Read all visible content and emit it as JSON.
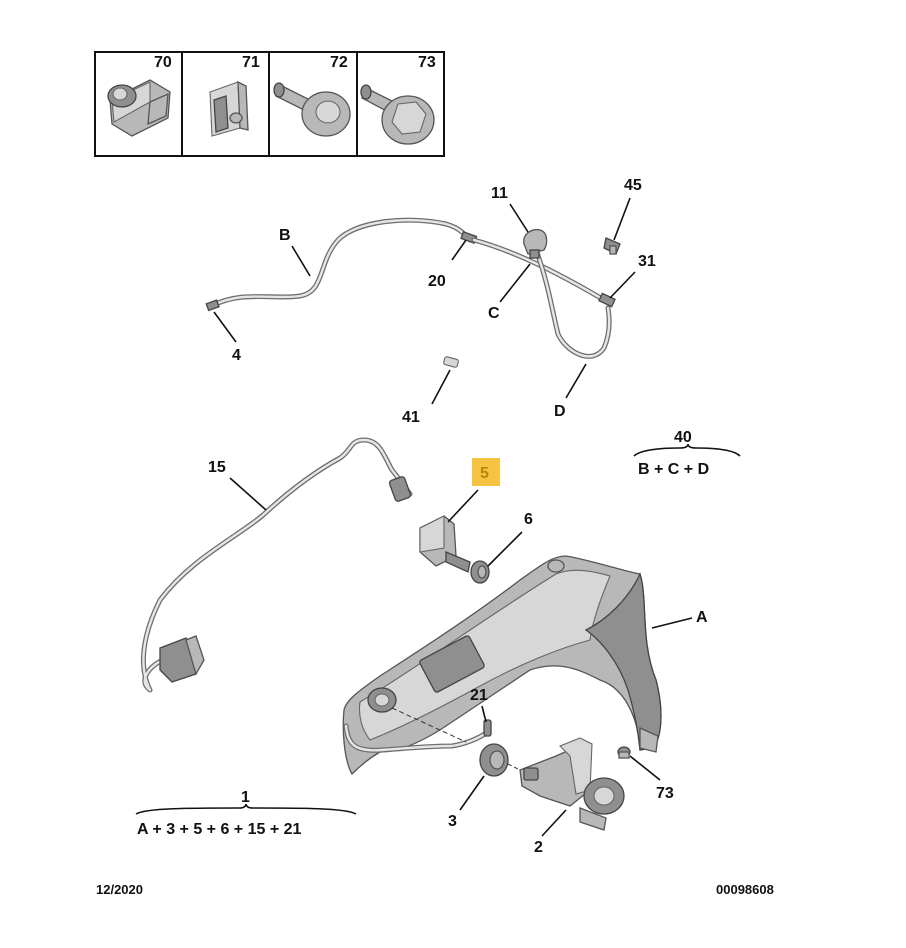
{
  "fastener_table": [
    {
      "ref": "70",
      "icon": "clip-nut-icon"
    },
    {
      "ref": "71",
      "icon": "bracket-clip-icon"
    },
    {
      "ref": "72",
      "icon": "push-rivet-icon"
    },
    {
      "ref": "73",
      "icon": "hex-bolt-icon"
    }
  ],
  "callouts": {
    "c11": "11",
    "c45": "45",
    "b": "B",
    "c31": "31",
    "c20": "20",
    "c": "C",
    "c4": "4",
    "c41": "41",
    "d": "D",
    "c15": "15",
    "c5": "5",
    "c6": "6",
    "a": "A",
    "c21": "21",
    "c73": "73",
    "c3": "3",
    "c2": "2"
  },
  "groups": {
    "g40": {
      "ref": "40",
      "formula": "B + C + D"
    },
    "g1": {
      "ref": "1",
      "formula": "A + 3 + 5 + 6 + 15 + 21"
    }
  },
  "highlight_color": "#f7c342",
  "footer": {
    "date": "12/2020",
    "code": "00098608"
  }
}
